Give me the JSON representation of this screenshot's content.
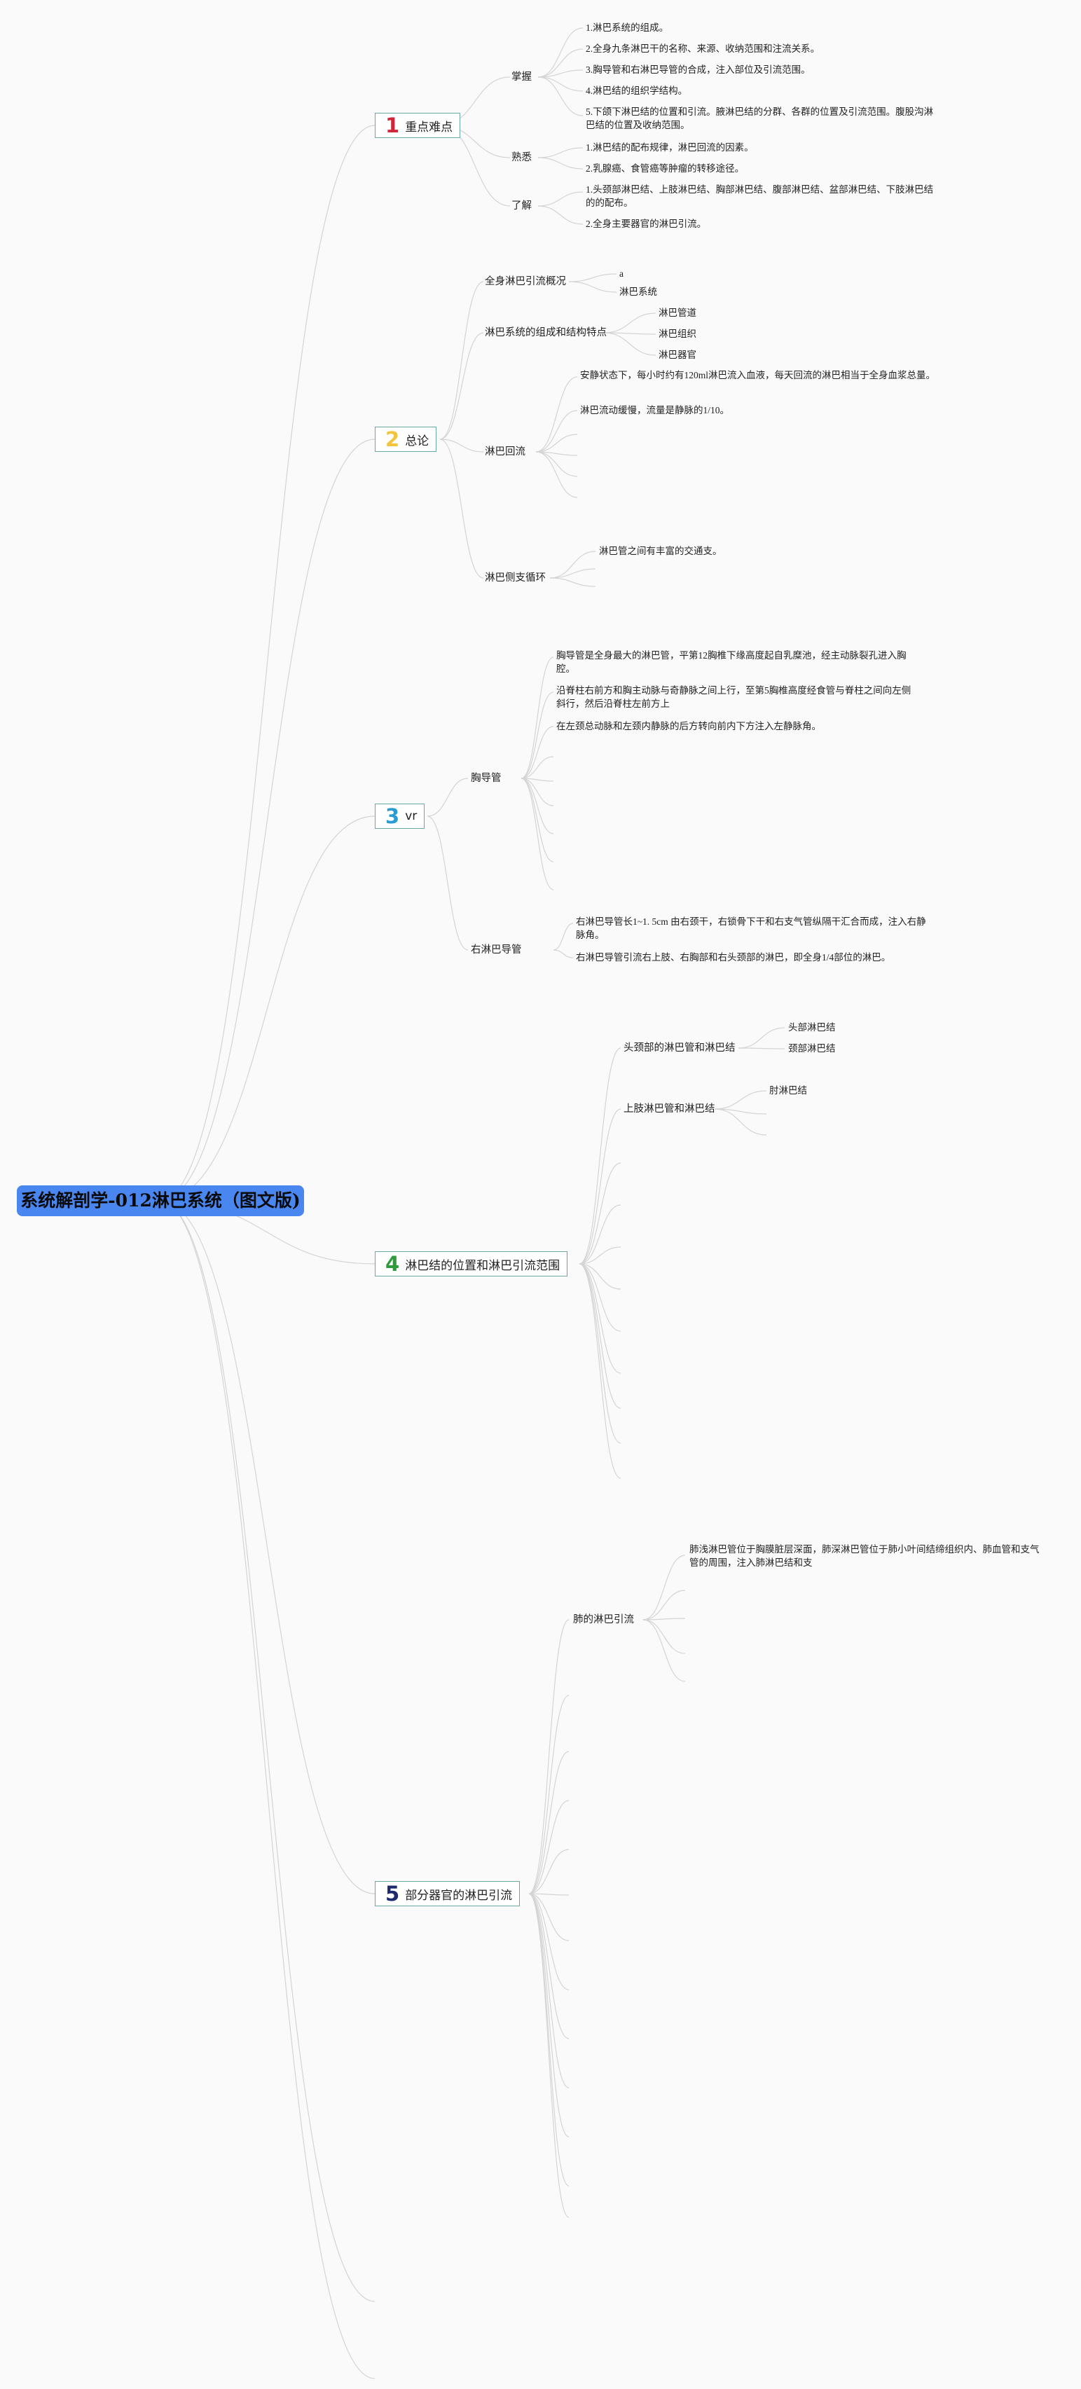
{
  "root": {
    "title": "系统解剖学-012淋巴系统（图文版)"
  },
  "colors": {
    "root_fill": "#4a86f0",
    "section_border": "#6aa9a3",
    "link_line": "#d4d4d4"
  },
  "sections": [
    {
      "num": "1",
      "num_color": "#d0283a",
      "label": "重点难点",
      "children": [
        {
          "label": "掌握",
          "leaves": [
            "1.淋巴系统的组成。",
            "2.全身九条淋巴干的名称、来源、收纳范围和注流关系。",
            "3.胸导管和右淋巴导管的合成，注入部位及引流范围。",
            "4.淋巴结的组织学结构。",
            "5.下颌下淋巴结的位置和引流。腋淋巴结的分群、各群的位置及引流范围。腹股沟淋巴结的位置及收纳范围。"
          ]
        },
        {
          "label": "熟悉",
          "leaves": [
            "1.淋巴结的配布规律，淋巴回流的因素。",
            "2.乳腺癌、食管癌等肿瘤的转移途径。"
          ]
        },
        {
          "label": "了解",
          "leaves": [
            "1.头颈部淋巴结、上肢淋巴结、胸部淋巴结、腹部淋巴结、盆部淋巴结、下肢淋巴结的的配布。",
            "2.全身主要器官的淋巴引流。"
          ]
        }
      ]
    },
    {
      "num": "2",
      "num_color": "#f2c53d",
      "label": "总论",
      "children": [
        {
          "label": "全身淋巴引流概况",
          "leaves": [
            "a",
            "淋巴系统"
          ]
        },
        {
          "label": "淋巴系统的组成和结构特点",
          "leaves": [
            "淋巴管道",
            "淋巴组织",
            "淋巴器官"
          ]
        },
        {
          "label": "淋巴回流",
          "leaves": [
            "安静状态下，每小时约有120ml淋巴流入血液，每天回流的淋巴相当于全身血浆总量。",
            "淋巴流动缓慢，流量是静脉的1/10。"
          ]
        },
        {
          "label": "淋巴侧支循环",
          "leaves": [
            "淋巴管之间有丰富的交通支。"
          ]
        }
      ]
    },
    {
      "num": "3",
      "num_color": "#2a9bd3",
      "label": "vr",
      "children": [
        {
          "label": "胸导管",
          "leaves": [
            "胸导管是全身最大的淋巴管，平第12胸椎下缘高度起自乳糜池，经主动脉裂孔进入胸腔。",
            "沿脊柱右前方和胸主动脉与奇静脉之间上行，至第5胸椎高度经食管与脊柱之间向左侧斜行，然后沿脊柱左前方上",
            "在左颈总动脉和左颈内静脉的后方转向前内下方注入左静脉角。"
          ]
        },
        {
          "label": "右淋巴导管",
          "leaves": [
            "右淋巴导管长1~1. 5cm 由右颈干，右锁骨下干和右支气管纵隔干汇合而成，注入右静脉角。",
            "右淋巴导管引流右上肢、右胸部和右头颈部的淋巴，即全身1/4部位的淋巴。"
          ]
        }
      ]
    },
    {
      "num": "4",
      "num_color": "#2f9b3c",
      "label": "淋巴结的位置和淋巴引流范围",
      "children": [
        {
          "label": "头颈部的淋巴管和淋巴结",
          "leaves": [
            "头部淋巴结",
            "颈部淋巴结"
          ]
        },
        {
          "label": "上肢淋巴管和淋巴结",
          "leaves": [
            "肘淋巴结"
          ]
        }
      ]
    },
    {
      "num": "5",
      "num_color": "#1d2a6e",
      "label": "部分器官的淋巴引流",
      "children": [
        {
          "label": "肺的淋巴引流",
          "leaves": [
            "肺浅淋巴管位于胸膜脏层深面，肺深淋巴管位于肺小叶间结缔组织内、肺血管和支气管的周围，注入肺淋巴结和支"
          ]
        }
      ]
    }
  ]
}
